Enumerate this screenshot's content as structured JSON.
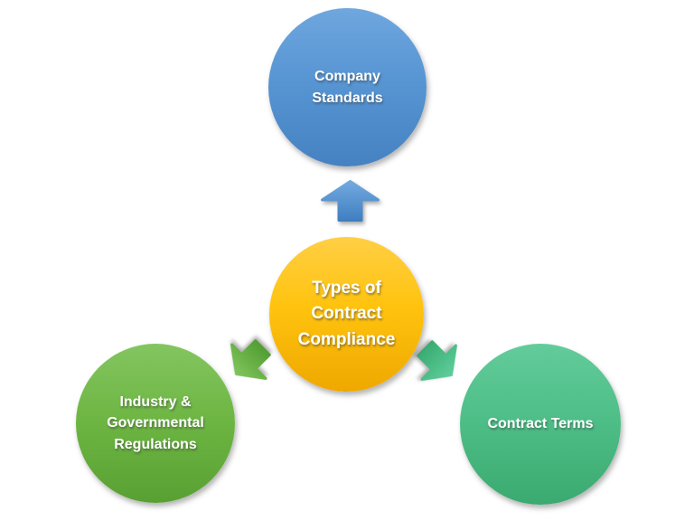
{
  "diagram": {
    "type": "radial-smartart",
    "background_color": "#FFFFFF",
    "center_node": {
      "label": "Types of\nContract\nCompliance",
      "text_color": "#FFFFFF",
      "color_top": "#FFCF45",
      "color_bottom": "#EFA800"
    },
    "nodes": [
      {
        "label": "Company\nStandards",
        "position": "top",
        "text_color": "#FFFFFF",
        "color_top": "#6FA7DF",
        "color_bottom": "#4682C2"
      },
      {
        "label": "Industry &\nGovernmental\nRegulations",
        "position": "bottom-left",
        "text_color": "#FFFFFF",
        "color_top": "#83C560",
        "color_bottom": "#58A032"
      },
      {
        "label": "Contract Terms",
        "position": "bottom-right",
        "text_color": "#FFFFFF",
        "color_top": "#62CC9B",
        "color_bottom": "#3BAA70"
      }
    ],
    "arrows": [
      {
        "direction": "up",
        "color_top": "#73A9DF",
        "color_bottom": "#3F7FC1"
      },
      {
        "direction": "down-left",
        "color_top": "#7FC45C",
        "color_bottom": "#539F33"
      },
      {
        "direction": "down-right",
        "color_top": "#5ECD9B",
        "color_bottom": "#3BAD73"
      }
    ]
  }
}
